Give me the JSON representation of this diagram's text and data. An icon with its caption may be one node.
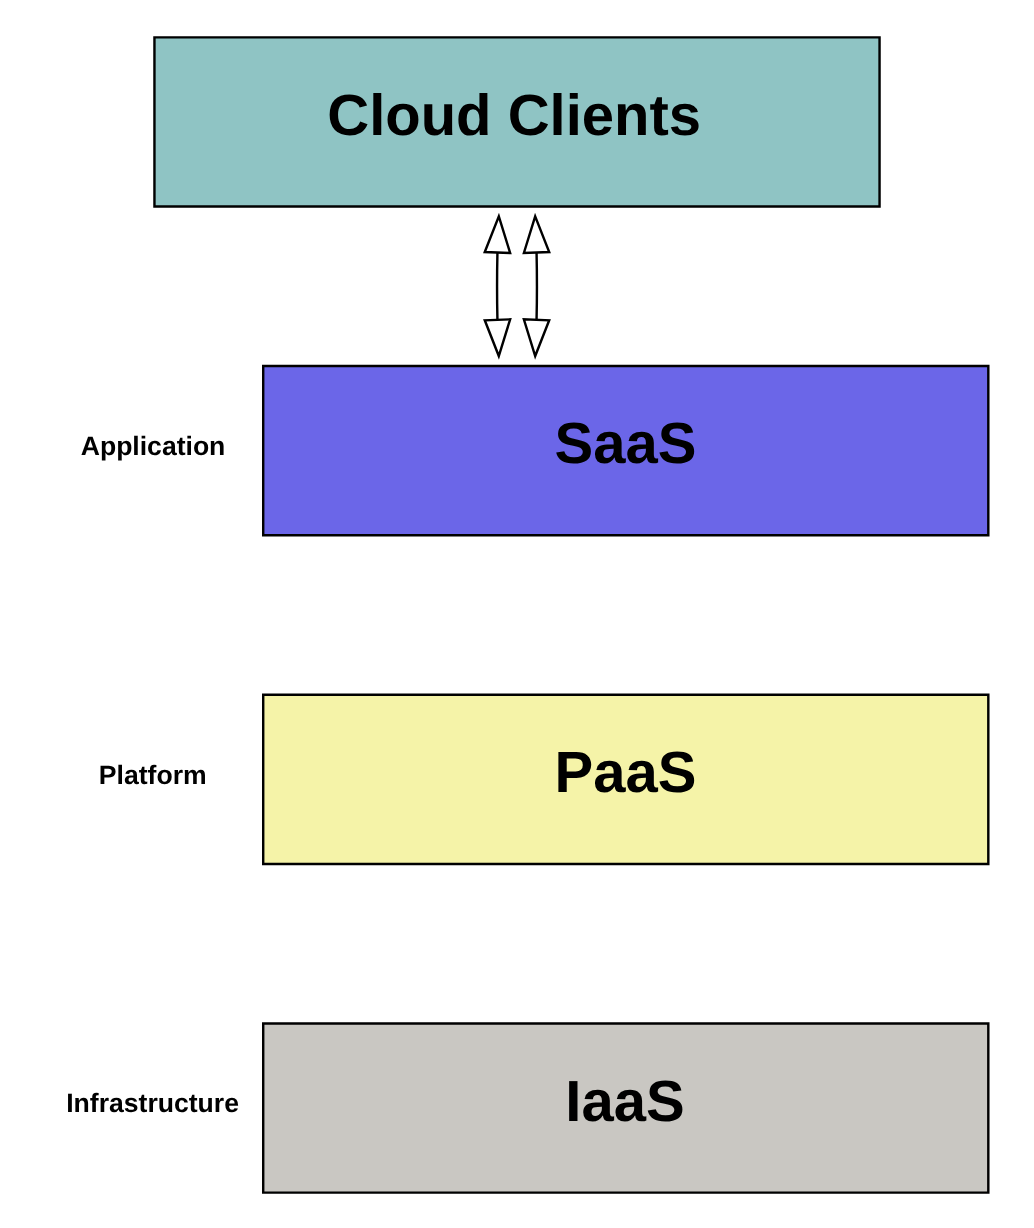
{
  "diagram": {
    "nodes": [
      {
        "text": [
          "Cloud Clients"
        ]
      },
      {
        "text": [
          "SaaS"
        ],
        "beside": [
          "Application"
        ]
      },
      {
        "text": [
          "PaaS"
        ],
        "beside": [
          "Platform"
        ]
      },
      {
        "text": [
          "IaaS"
        ],
        "beside": [
          "Infrastructure"
        ]
      }
    ],
    "edges": [
      {
        "from": 0,
        "to": 1,
        "arrow": "both"
      },
      {
        "from": 0,
        "to": 1,
        "arrow": "both"
      }
    ]
  }
}
